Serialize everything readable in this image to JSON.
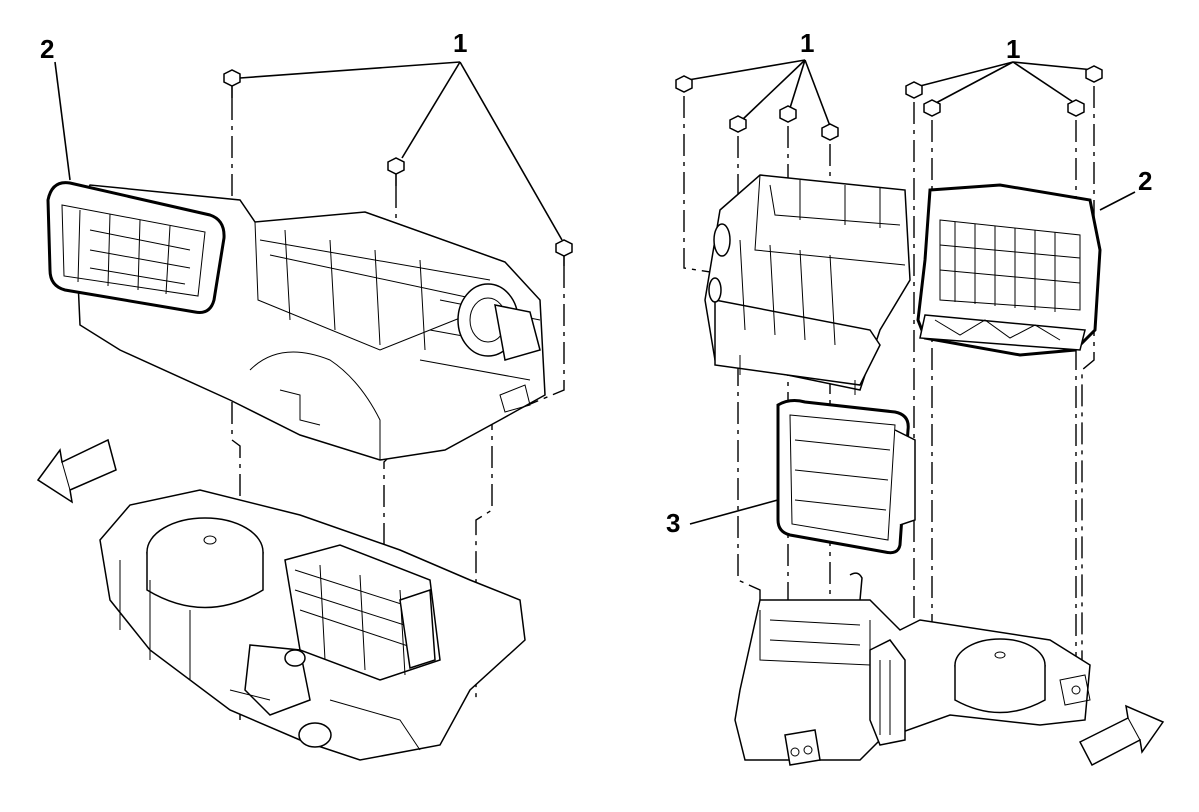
{
  "callouts": {
    "left_screws": "1",
    "left_cover": "2",
    "right_screws_a": "1",
    "right_screws_b": "1",
    "right_cover": "2",
    "right_core": "3"
  }
}
